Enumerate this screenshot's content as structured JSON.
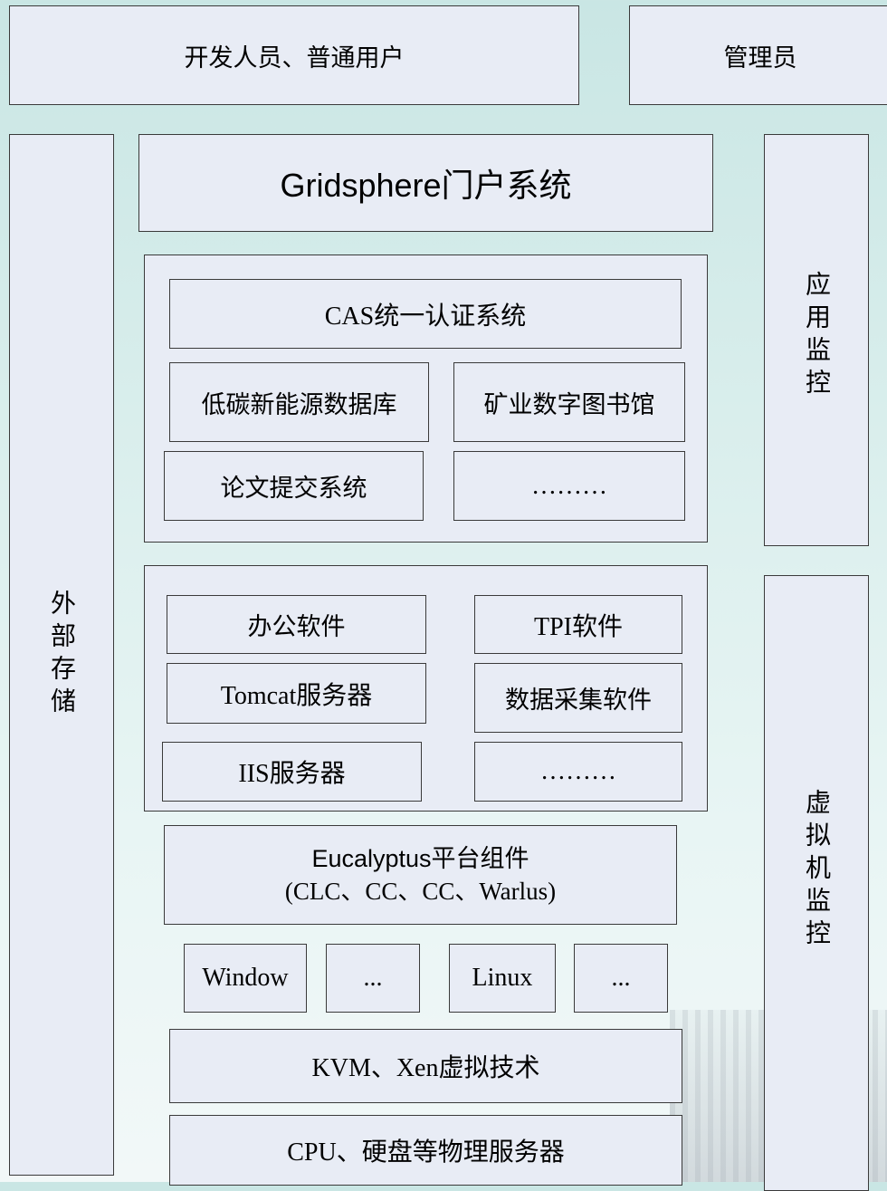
{
  "top": {
    "users": "开发人员、普通用户",
    "admin": "管理员"
  },
  "side": {
    "storage": "外部存储",
    "app_monitor": "应用监控",
    "vm_monitor": "虚拟机监控"
  },
  "portal": "Gridsphere门户系统",
  "apps": {
    "cas": "CAS统一认证系统",
    "lowcarbon": "低碳新能源数据库",
    "mining": "矿业数字图书馆",
    "thesis": "论文提交系统",
    "more": "………"
  },
  "software": {
    "office": "办公软件",
    "tpi": "TPI软件",
    "tomcat": "Tomcat服务器",
    "collect": "数据采集软件",
    "iis": "IIS服务器",
    "more": "………"
  },
  "eucalyptus": {
    "line1": "Eucalyptus平台组件",
    "line2": "(CLC、CC、CC、Warlus)"
  },
  "os": {
    "window": "Window",
    "dots1": "...",
    "linux": "Linux",
    "dots2": "..."
  },
  "virt": "KVM、Xen虚拟技术",
  "hardware": "CPU、硬盘等物理服务器"
}
